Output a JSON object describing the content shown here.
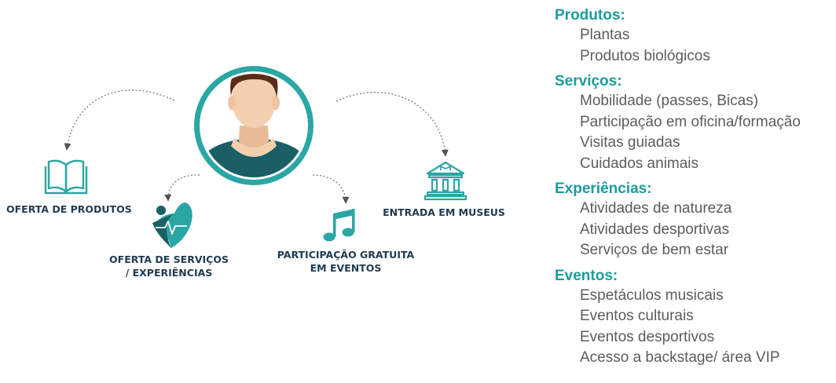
{
  "diagram": {
    "nodes": [
      {
        "id": "produtos",
        "lines": [
          "OFERTA DE PRODUTOS"
        ],
        "icon": "book-icon"
      },
      {
        "id": "servicos",
        "lines": [
          "OFERTA DE SERVIÇOS",
          "/ EXPERIÊNCIAS"
        ],
        "icon": "heart-care-icon"
      },
      {
        "id": "eventos",
        "lines": [
          "PARTICIPAÇÃO GRATUITA",
          "EM EVENTOS"
        ],
        "icon": "music-note-icon"
      },
      {
        "id": "museus",
        "lines": [
          "ENTRADA EM MUSEUS"
        ],
        "icon": "museum-icon"
      }
    ],
    "center_icon": "user-avatar-icon",
    "colors": {
      "teal": "#2aa6a4",
      "dark_teal": "#1a5e66",
      "label": "#1f3b52",
      "skin": "#f3cfae",
      "hair": "#5b2c17",
      "arrow": "#7a7a7a"
    }
  },
  "categories": [
    {
      "title": "Produtos:",
      "items": [
        "Plantas",
        "Produtos biológicos"
      ]
    },
    {
      "title": "Serviços:",
      "items": [
        "Mobilidade (passes, Bicas)",
        "Participação em oficina/formação",
        "Visitas guiadas",
        "Cuidados animais"
      ]
    },
    {
      "title": "Experiências:",
      "items": [
        "Atividades de natureza",
        "Atividades desportivas",
        "Serviços de bem estar"
      ]
    },
    {
      "title": "Eventos:",
      "items": [
        "Espetáculos musicais",
        "Eventos culturais",
        "Eventos desportivos",
        "Acesso a backstage/ área VIP"
      ]
    }
  ]
}
